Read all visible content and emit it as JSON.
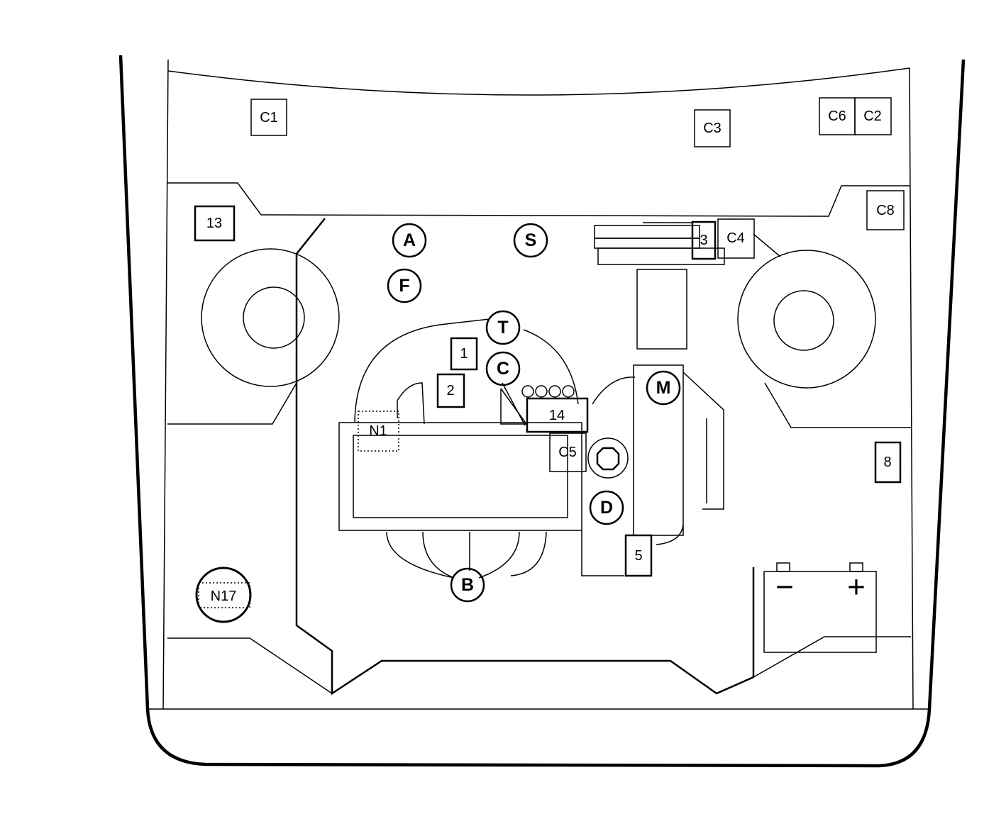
{
  "labels": {
    "c1": "C1",
    "c2": "C2",
    "c3": "C3",
    "c4": "C4",
    "c5": "C5",
    "c6": "C6",
    "c8": "C8",
    "n1": "N1",
    "n17": "N17",
    "box1": "1",
    "box2": "2",
    "box3": "3",
    "box5": "5",
    "box8": "8",
    "box13": "13",
    "box14": "14",
    "A": "A",
    "S": "S",
    "F": "F",
    "T": "T",
    "C": "C",
    "M": "M",
    "D": "D",
    "B": "B"
  },
  "battery": {
    "minus": "−",
    "plus": "+"
  }
}
